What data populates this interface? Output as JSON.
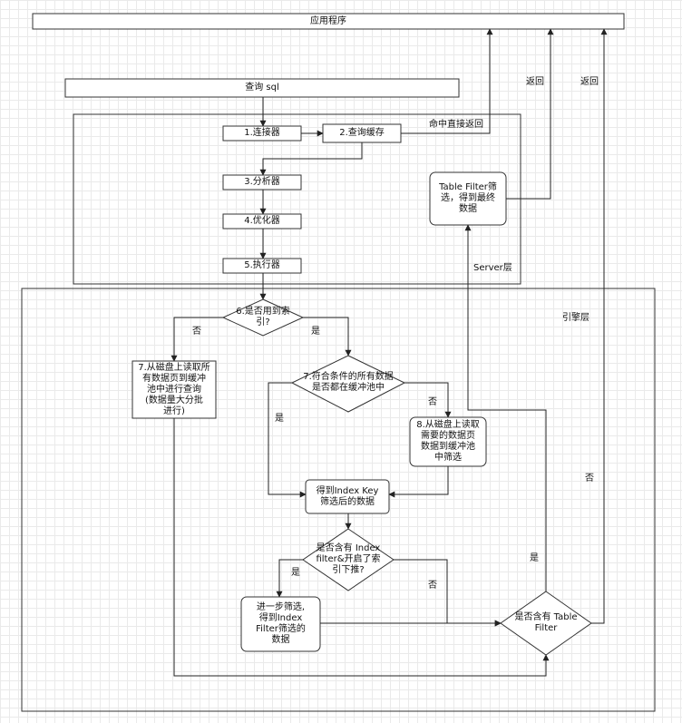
{
  "app_title": "应用程序",
  "query_sql": "查询 sql",
  "server": {
    "label": "Server层",
    "connector": "1.连接器",
    "query_cache": "2.查询缓存",
    "analyzer": "3.分析器",
    "optimizer": "4.优化器",
    "executor": "5.执行器",
    "table_filter_result": "Table Filter筛\n选，得到最终\n数据",
    "cache_hit_return": "命中直接返回"
  },
  "engine": {
    "label": "引擎层",
    "uses_index_q": "6.是否用到索\n引?",
    "read_all_pages": "7.从磁盘上读取所\n有数据页到缓冲\n池中进行查询\n(数据量大分批\n进行)",
    "all_in_buffer_q": "7.符合条件的所有数据\n是否都在缓冲池中",
    "read_needed_pages": "8.从磁盘上读取\n需要的数据页\n数据到缓冲池\n中筛选",
    "index_key_filtered": "得到Index Key\n筛选后的数据",
    "index_filter_pushdown_q": "是否含有 Index\nfilter&开启了索\n引下推?",
    "further_filter": "进一步筛选,\n得到Index\nFilter筛选的\n数据",
    "has_table_filter_q": "是否含有 Table\nFilter"
  },
  "edge_labels": {
    "no": "否",
    "yes": "是",
    "return": "返回"
  }
}
